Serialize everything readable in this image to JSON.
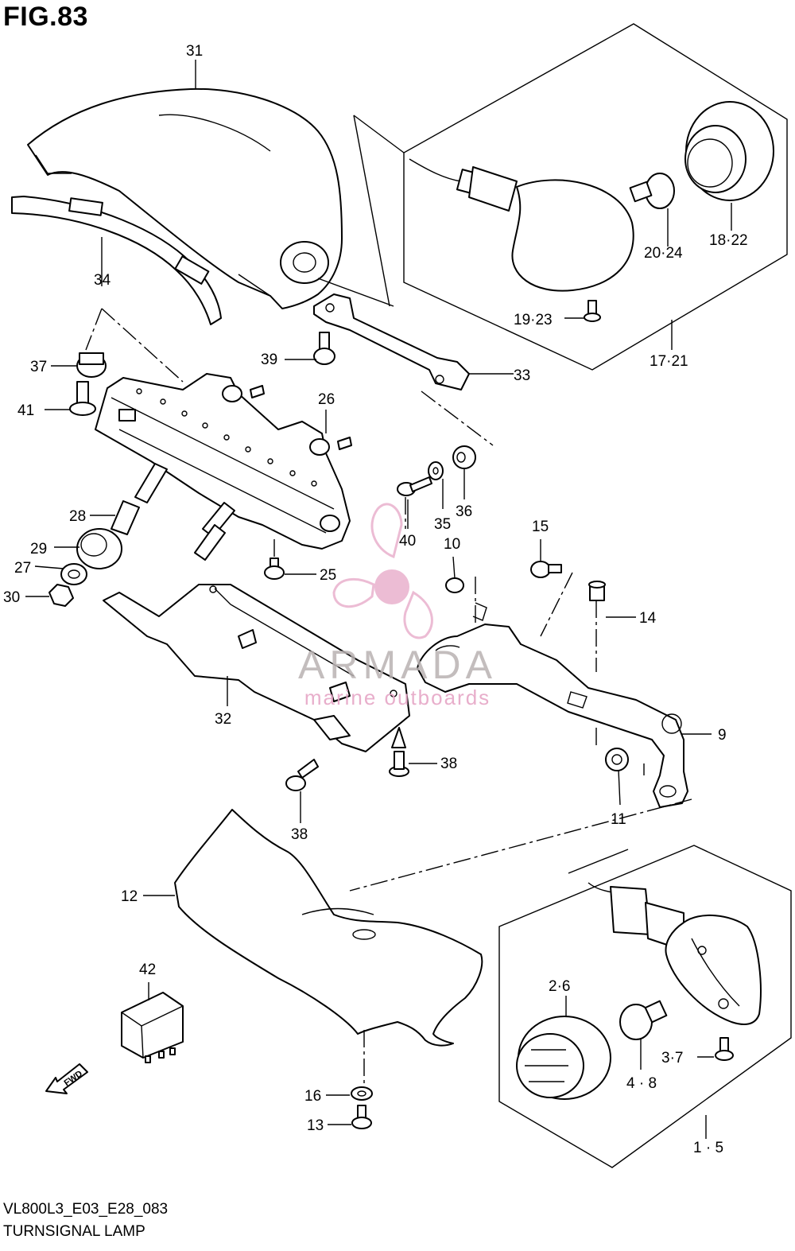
{
  "figure": {
    "title": "FIG.83",
    "code": "VL800L3_E03_E28_083",
    "name": "TURNSIGNAL LAMP"
  },
  "watermark": {
    "brand": "ARMADA",
    "subtitle": "marine outboards",
    "brand_color": "#b9b2b2",
    "accent_color": "#e6a6c6"
  },
  "fwd_marker": "FWD",
  "callouts": {
    "c31": "31",
    "c34": "34",
    "c37": "37",
    "c41": "41",
    "c39": "39",
    "c26": "26",
    "c33": "33",
    "c17_21": "17·21",
    "c18_22": "18·22",
    "c20_24": "20·24",
    "c19_23": "19·23",
    "c28": "28",
    "c29": "29",
    "c27": "27",
    "c30": "30",
    "c25": "25",
    "c40": "40",
    "c35": "35",
    "c36": "36",
    "c10": "10",
    "c15": "15",
    "c14": "14",
    "c32": "32",
    "c38a": "38",
    "c38b": "38",
    "c9": "9",
    "c11": "11",
    "c12": "12",
    "c42": "42",
    "c16": "16",
    "c13": "13",
    "c2_6": "2·6",
    "c3_7": "3·7",
    "c4_8": "4 · 8",
    "c1_5": "1 · 5"
  }
}
